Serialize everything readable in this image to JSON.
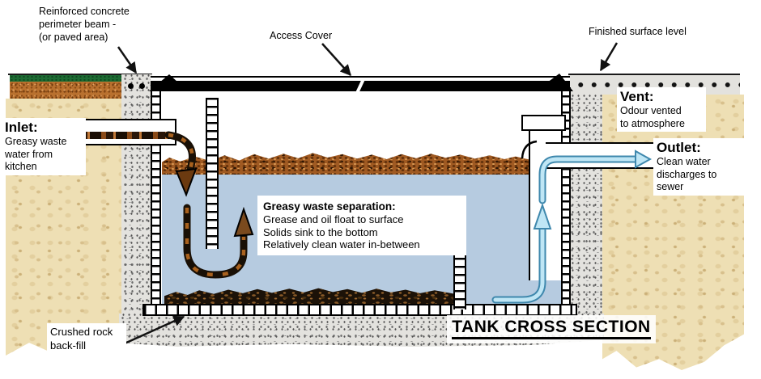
{
  "title": "TANK CROSS SECTION",
  "labels": {
    "reinforced": {
      "lines": [
        "Reinforced concrete",
        "perimeter beam -",
        "(or paved area)"
      ]
    },
    "access_cover": {
      "text": "Access Cover"
    },
    "finished_surface": {
      "text": "Finished surface level"
    },
    "inlet": {
      "title": "Inlet:",
      "lines": [
        "Greasy waste",
        "water from",
        "kitchen"
      ]
    },
    "vent": {
      "title": "Vent:",
      "lines": [
        "Odour vented",
        "to atmosphere"
      ]
    },
    "outlet": {
      "title": "Outlet:",
      "lines": [
        "Clean water",
        "discharges to",
        "sewer"
      ]
    },
    "separation": {
      "title": "Greasy waste separation:",
      "lines": [
        "Grease and oil float to surface",
        "Solids sink to the bottom",
        "Relatively clean water in-between"
      ]
    },
    "backfill": {
      "lines": [
        "Crushed rock",
        "back-fill"
      ]
    }
  },
  "colors": {
    "water": "#b6cbe0",
    "scum_brown": "#a05a22",
    "sludge_dark": "#1c1208",
    "soil_tan": "#eedfb4",
    "topsoil_brown": "#b9712f",
    "grass_green": "#1d6b33",
    "concrete_gray": "#e3e2de",
    "clean_flow_blue": "#bfe6f5",
    "clean_flow_outline": "#3f88ad"
  }
}
